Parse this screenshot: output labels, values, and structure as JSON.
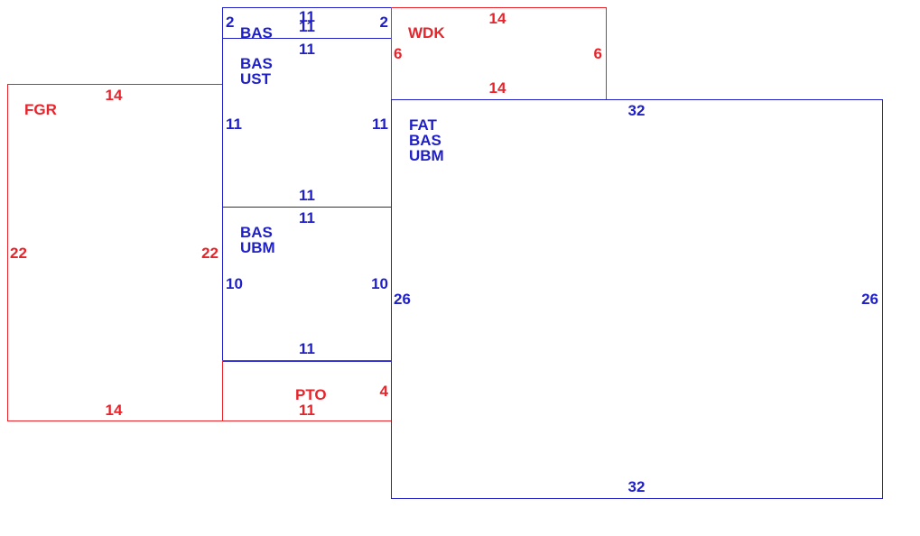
{
  "colors": {
    "red": "#e8232a",
    "blue": "#1f1fc8"
  },
  "areas": {
    "fgr": {
      "codes": [
        "FGR"
      ],
      "color": "red",
      "sides": {
        "top": "14",
        "bottom": "14",
        "left": "22",
        "right": "22"
      }
    },
    "bas_top": {
      "codes": [
        "BAS"
      ],
      "color": "blue",
      "sides": {
        "top": "11",
        "bottom": "11",
        "left": "2",
        "right": "2"
      }
    },
    "bas_ust": {
      "codes": [
        "BAS",
        "UST"
      ],
      "color": "blue",
      "sides": {
        "top": "11",
        "bottom": "11",
        "left": "11",
        "right": "11"
      }
    },
    "bas_ubm": {
      "codes": [
        "BAS",
        "UBM"
      ],
      "color": "blue",
      "sides": {
        "top": "11",
        "bottom": "11",
        "left": "10",
        "right": "10"
      }
    },
    "pto": {
      "codes": [
        "PTO"
      ],
      "color": "red",
      "sides": {
        "bottom": "11",
        "right": "4"
      }
    },
    "wdk": {
      "codes": [
        "WDK"
      ],
      "color": "red",
      "sides": {
        "top": "14",
        "bottom": "14",
        "left": "6",
        "right": "6"
      }
    },
    "fat": {
      "codes": [
        "FAT",
        "BAS",
        "UBM"
      ],
      "color": "blue",
      "sides": {
        "top": "32",
        "bottom": "32",
        "left": "26",
        "right": "26"
      }
    }
  }
}
